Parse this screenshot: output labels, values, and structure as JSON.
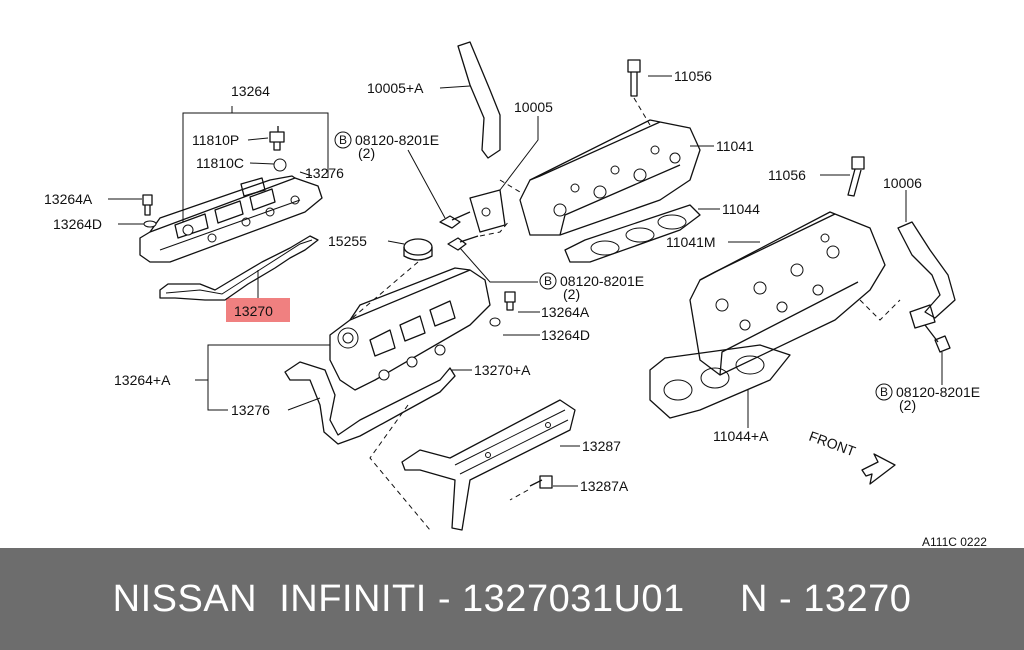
{
  "diagram": {
    "labels": {
      "p13264": "13264",
      "p11810P": "11810P",
      "p11810C": "11810C",
      "p13276a": "13276",
      "p13264A_left": "13264A",
      "p13264D_left": "13264D",
      "p13270_hl": "13270",
      "p10005A": "10005+A",
      "p10005": "10005",
      "p08120_1": "08120-8201E",
      "p08120_1q": "(2)",
      "p15255": "15255",
      "p08120_2": "08120-8201E",
      "p08120_2q": "(2)",
      "p13264A_mid": "13264A",
      "p13264D_mid": "13264D",
      "p13264plusA": "13264+A",
      "p13270plusA": "13270+A",
      "p13276b": "13276",
      "p13287": "13287",
      "p13287A": "13287A",
      "p11056_top": "11056",
      "p11041": "11041",
      "p11044": "11044",
      "p11041M": "11041M",
      "p11056_right": "11056",
      "p10006": "10006",
      "p08120_3": "08120-8201E",
      "p08120_3q": "(2)",
      "p11044plusA": "11044+A",
      "front": "FRONT",
      "code": "A111C 0222",
      "b1": "B",
      "b2": "B",
      "b3": "B"
    },
    "highlight_color": "#f08080"
  },
  "footer": {
    "text": "NISSAN  INFINITI - 1327031U01     N - 13270",
    "bg_color": "#6d6d6d",
    "text_color": "#ffffff"
  }
}
